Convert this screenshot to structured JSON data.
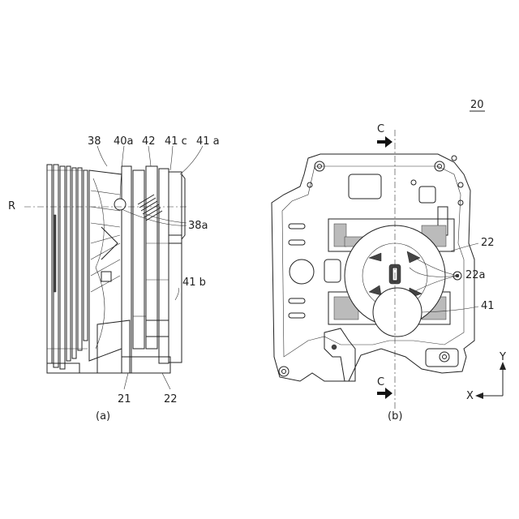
{
  "figure_number": "20",
  "view_a": {
    "caption": "(a)",
    "axis_label": "R",
    "labels": {
      "l38": "38",
      "l40a": "40a",
      "l42": "42",
      "l41c": "41 c",
      "l41a": "41 a",
      "l38a": "38a",
      "l41b": "41 b",
      "l21": "21",
      "l22": "22"
    }
  },
  "view_b": {
    "caption": "(b)",
    "section_top": "C",
    "section_bottom": "C",
    "labels": {
      "l22": "22",
      "l22a": "22a",
      "l41": "41"
    },
    "axes": {
      "x": "X",
      "y": "Y"
    }
  }
}
